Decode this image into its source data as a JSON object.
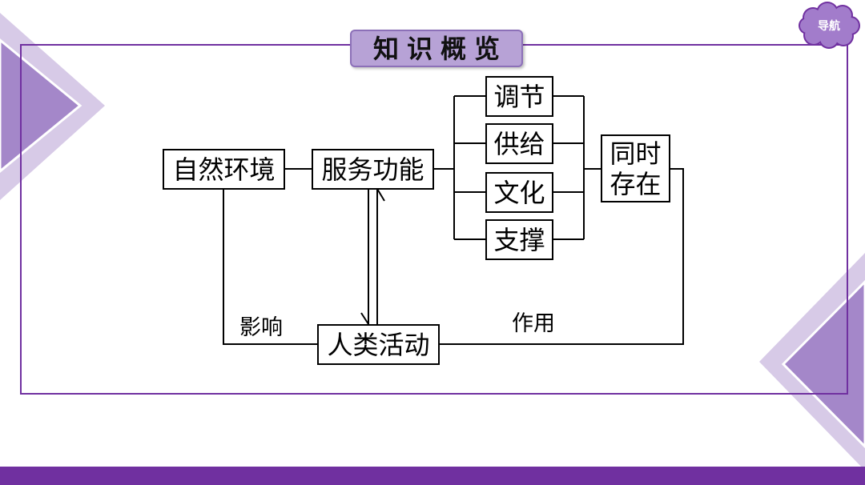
{
  "nav": {
    "label": "导航"
  },
  "title": "知识概览",
  "diagram": {
    "natural_environment": "自然环境",
    "service_function": "服务功能",
    "functions": [
      "调节",
      "供给",
      "文化",
      "支撑"
    ],
    "coexist": [
      "同时",
      "存在"
    ],
    "human_activity": "人类活动",
    "label_influence": "影响",
    "label_effect": "作用"
  },
  "colors": {
    "accent": "#7030A0",
    "title_fill": "#B7A2D6",
    "decor_light": "#D7CAE7",
    "decor_dark": "#A487C9",
    "nav_fill": "#A27CCB"
  }
}
